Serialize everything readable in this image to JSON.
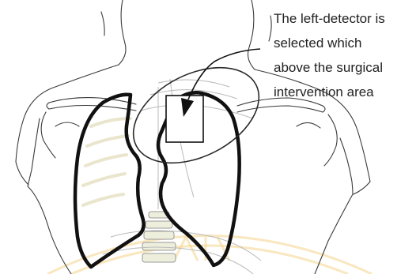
{
  "caption": {
    "lines": [
      "The left-detector is",
      "selected which",
      "above the surgical",
      "intervention area"
    ]
  },
  "colors": {
    "lung_outline": "#111111",
    "body_outline": "#3a3a3a",
    "watermark": "#f4d48a"
  },
  "icons": {
    "detector": "square",
    "pointer": "curved-arrow"
  }
}
